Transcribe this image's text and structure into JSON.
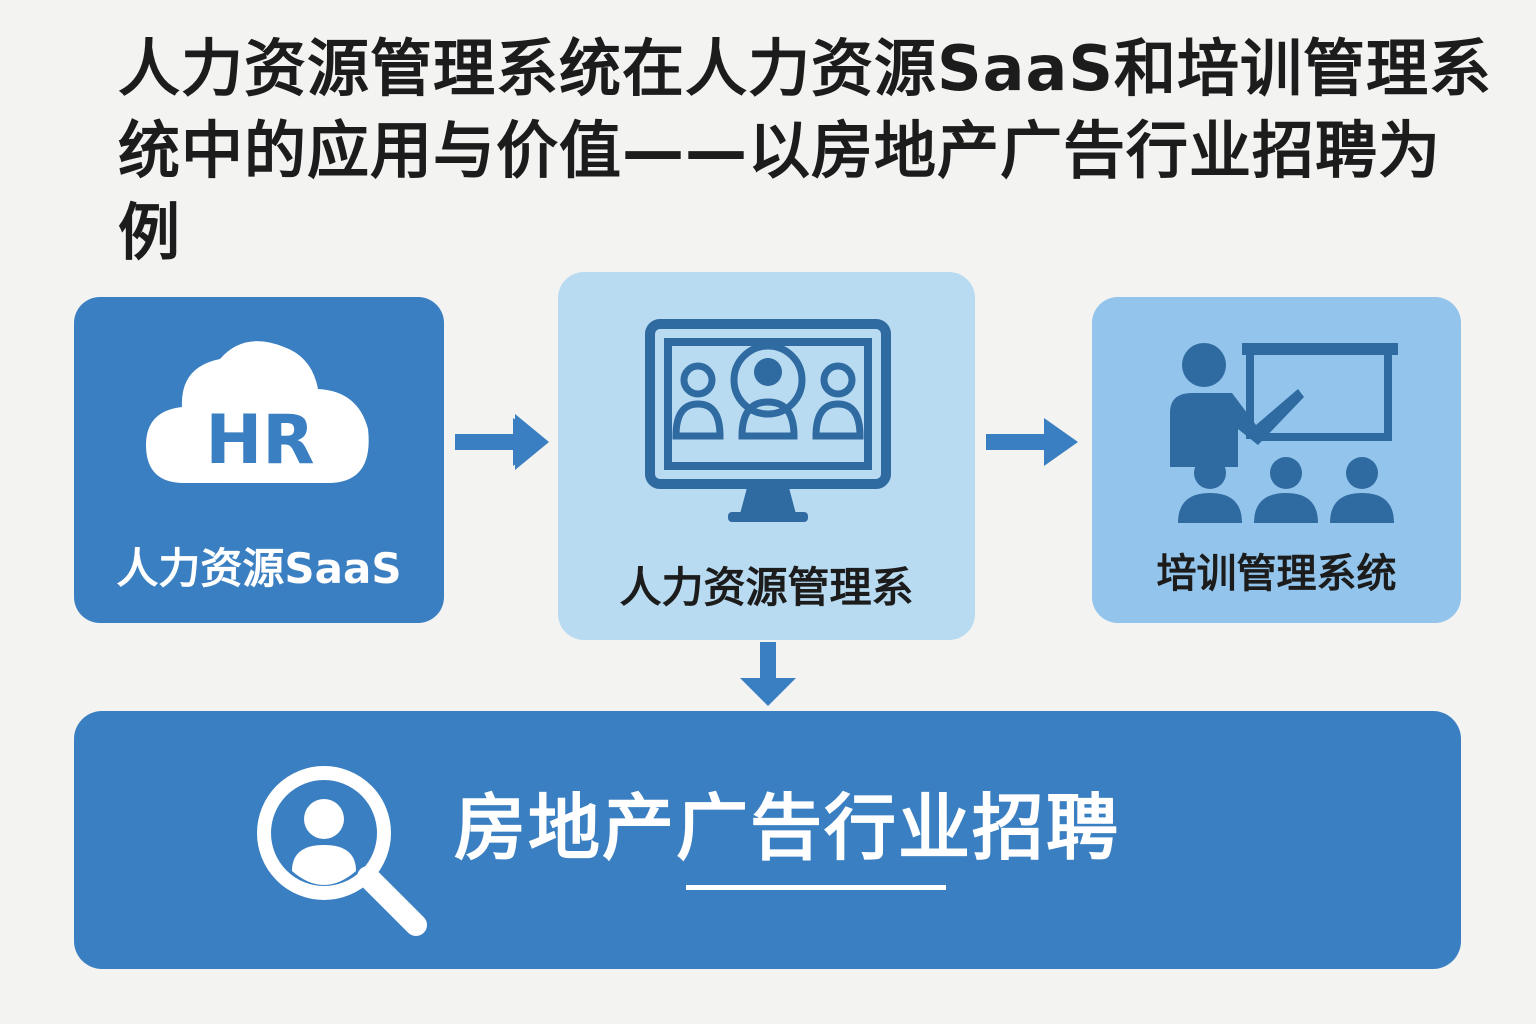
{
  "title": "人力资源管理系统在人力资源SaaS和培训管理系统中的应用与价值——以房地产广告行业招聘为例",
  "nodes": {
    "saas": {
      "label": "人力资源SaaS",
      "icon": "hr-cloud-icon",
      "icon_text": "HR",
      "color": "#3a7fc1"
    },
    "hrms": {
      "label": "人力资源管理系",
      "icon": "monitor-people-icon",
      "color": "#b8dbf2"
    },
    "training": {
      "label": "培训管理系统",
      "icon": "teacher-board-icon",
      "color": "#92c4ec"
    },
    "recruit": {
      "label": "房地产广告行业招聘",
      "icon": "person-search-icon",
      "color": "#3a7fc1"
    }
  },
  "edges": [
    {
      "from": "saas",
      "to": "hrms",
      "icon": "arrow-right-icon"
    },
    {
      "from": "hrms",
      "to": "training",
      "icon": "arrow-right-icon"
    },
    {
      "from": "hrms",
      "to": "recruit",
      "icon": "arrow-down-icon"
    }
  ]
}
